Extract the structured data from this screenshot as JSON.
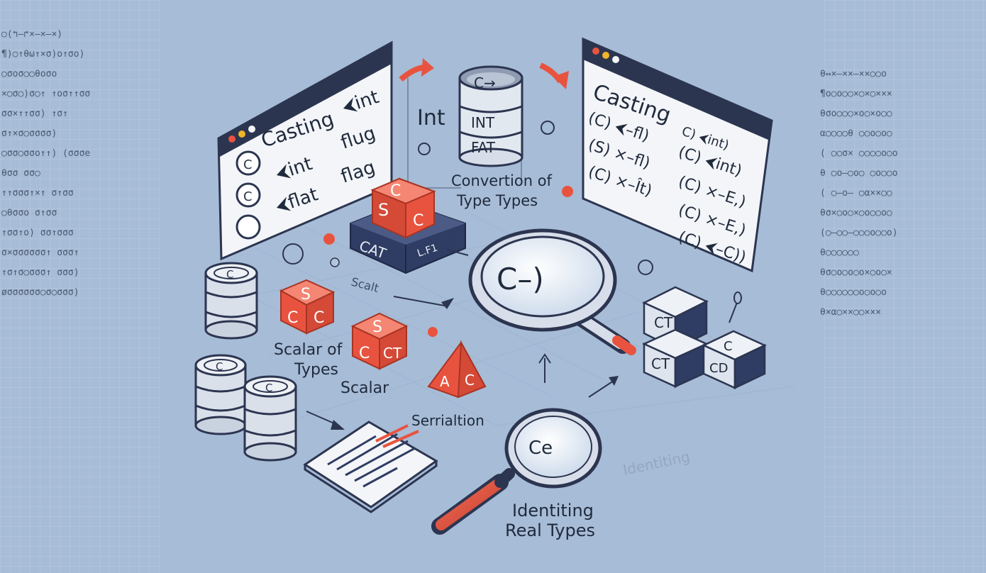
{
  "colors": {
    "background": "#a7bcd6",
    "accent_red": "#e8533f",
    "navy": "#2f3c63",
    "window_bar": "#2c3550",
    "paper": "#f3f5f8"
  },
  "left_window": {
    "title": "Casting",
    "title_suffix": "⮜int",
    "rows": [
      {
        "icon": "C",
        "left": "⮜int",
        "right": "flug"
      },
      {
        "icon": "C",
        "left": "⮜flat",
        "right": "flag"
      }
    ]
  },
  "right_window": {
    "title": "Casting",
    "title_suffix": "C) ⮜int)",
    "rows": [
      {
        "left": "(C) ⮜–fl)",
        "right": "(C) ⮜int)"
      },
      {
        "left": "(S) ×–fl)",
        "right": "(C) ×–E,)"
      },
      {
        "left": "(C) ×–Ît)",
        "right": "(C) ×–E,)"
      },
      {
        "left": "",
        "right": "(C) ⮜–C))"
      }
    ]
  },
  "database": {
    "top_label": "C→",
    "middle_label": "INT",
    "bottom_label": "FAT"
  },
  "int_label": "Int",
  "conversion_label": {
    "line1": "Convertion of",
    "line2": "Type Types"
  },
  "cube_stack": {
    "cube_left": "S",
    "cube_front": "C",
    "cube_right": "C",
    "base_left": "CAT",
    "base_right": "L.F1"
  },
  "scalt_label": "Scalt",
  "left_cubes": {
    "top": "S",
    "left": "C",
    "right": "C"
  },
  "mid_cubes": {
    "top": "S",
    "left": "C",
    "right": "CT"
  },
  "scalar_label": {
    "line1": "Scalar of",
    "line2": "Types",
    "line3": "Scalar"
  },
  "disks": [
    "C",
    "C",
    "C"
  ],
  "pyramid": {
    "left": "A",
    "right": "C"
  },
  "serialization_label": "Serrialtion",
  "big_lens": "C–)",
  "small_lens": "Ce",
  "identify_label": {
    "line1": "Identiting",
    "line2": "Real Types"
  },
  "faint_label": "Identiting",
  "right_cubes": {
    "top": "CT",
    "bottom_left": "CT",
    "bottom_right_front": "CD",
    "bottom_right_top": "C"
  },
  "side_left_lines": [
    "○(↰—↱×—×—×)",
    "¶)○↑θω↑×σ)o↑σo)",
    "○σoσ○○θoσo",
    "×○σ○)σ○↑  ↑oσ↑↑σσ",
    "σσ×↑↑σσ)  ↑σ↑",
    "σ↑×σ○σσσσ)",
    "○σσ○σσo↑↑)  (σσσe",
    "θσσ  σσ○",
    "↑↑σσσ↑×↑  σ↑σσ",
    "○θσσo  σ↑σσ",
    "↑σσ↑o)  σσ↑σσσ",
    "σ×σσσσσσ↑  σσσ↑",
    "↑σ↑σ○σσσ↑  σσσ)",
    "øσσσσσσ○σ○σσσ)"
  ],
  "side_right_lines": [
    "θ↔×—××—××○○o",
    "¶o○o○○×○×○×××",
    "θσo○○○×o○×o○○",
    "α○○○○θ ○○o○o○",
    "( ○○σ× ○○○○o○o",
    "θ ○o—○o○  ○o○○o",
    "( ○—o—  ○α××○○",
    "θσ×○o○×○o○○o○",
    "(○—○○—○○○o○○o)",
    "θ○○○○○○",
    "θσ○o○o○o×○o○×",
    "θ○○○○○○o○o○o",
    "θ×α○××○○×××"
  ]
}
